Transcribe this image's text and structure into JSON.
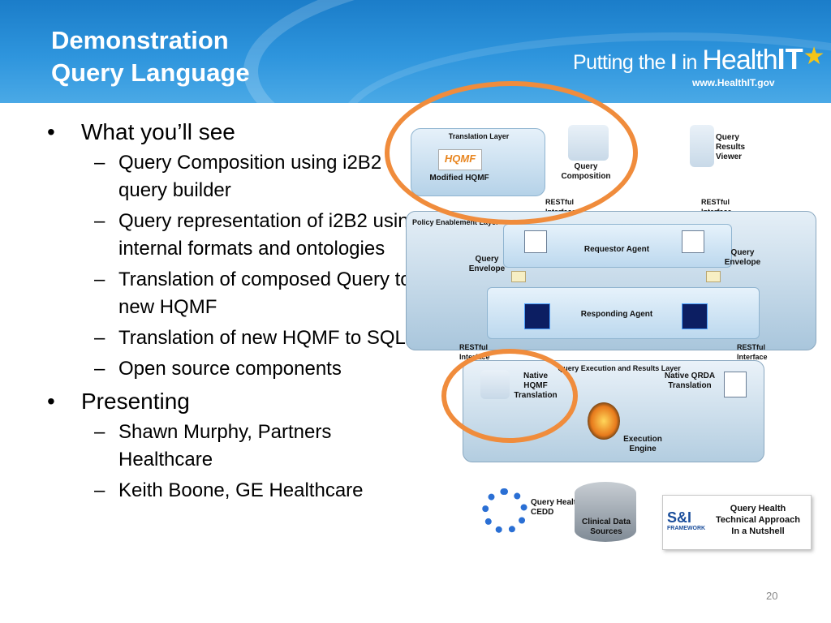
{
  "title_line1": "Demonstration",
  "title_line2": "Query Language",
  "logo": {
    "part1": "Putting the ",
    "part2": "I",
    "part3": " in ",
    "part4": "Health",
    "part5": "IT",
    "url": "www.HealthIT.gov"
  },
  "bullets": [
    {
      "text": "What you’ll see",
      "subs": [
        "Query Composition using i2B2  query builder",
        "Query representation of i2B2 using internal formats and ontologies",
        "Translation of composed Query to new HQMF",
        "Translation of new HQMF to SQL",
        "Open source components"
      ]
    },
    {
      "text": "Presenting",
      "subs": [
        "Shawn Murphy, Partners Healthcare",
        "Keith Boone, GE Healthcare"
      ]
    }
  ],
  "diagram": {
    "translation_layer": "Translation Layer",
    "hqmf_logo": "HQMF",
    "modified_hqmf": "Modified HQMF",
    "query_composition": "Query Composition",
    "query_results_viewer": "Query Results Viewer",
    "restful_interface_tl": "RESTful Interface",
    "restful_interface_tr": "RESTful Interface",
    "policy_layer": "Policy Enablement Layer",
    "requestor_agent": "Requestor Agent",
    "responding_agent": "Responding Agent",
    "query_envelope_l": "Query Envelope",
    "query_envelope_r": "Query Envelope",
    "restful_interface_bl": "RESTful Interface",
    "restful_interface_br": "RESTful Interface",
    "exec_layer": "Query Execution and Results Layer",
    "native_hqmf": "Native HQMF Translation",
    "native_qrda": "Native QRDA Translation",
    "execution_engine": "Execution Engine",
    "query_health_cedd": "Query Health CEDD",
    "clinical_data_sources": "Clinical Data Sources",
    "si_logo": "S&I",
    "si_framework": "FRAMEWORK",
    "approach": "Query Health Technical Approach In a Nutshell"
  },
  "page_number": "20",
  "colors": {
    "header": "#2e95dd",
    "highlight_ring": "#f08c3c",
    "layer": "#b9d3e6"
  }
}
